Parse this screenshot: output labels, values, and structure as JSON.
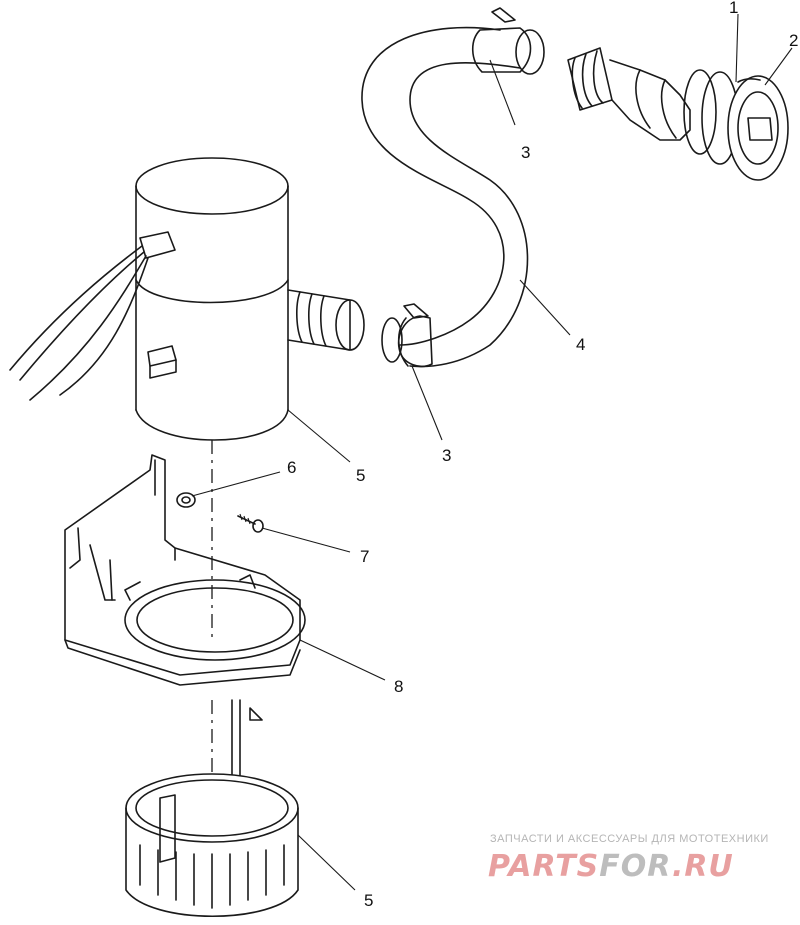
{
  "callouts": {
    "c1": "1",
    "c2": "2",
    "c3a": "3",
    "c3b": "3",
    "c4": "4",
    "c5a": "5",
    "c6": "6",
    "c7": "7",
    "c8": "8",
    "c5b": "5"
  },
  "watermark": {
    "tagline": "ЗАПЧАСТИ И АКСЕССУАРЫ ДЛЯ МОТОТЕХНИКИ",
    "brand_part1": "PARTS",
    "brand_part2": "FOR",
    "brand_part3": ".RU",
    "color_primary": "#e8a0a0",
    "color_secondary": "#bdbdbd"
  }
}
